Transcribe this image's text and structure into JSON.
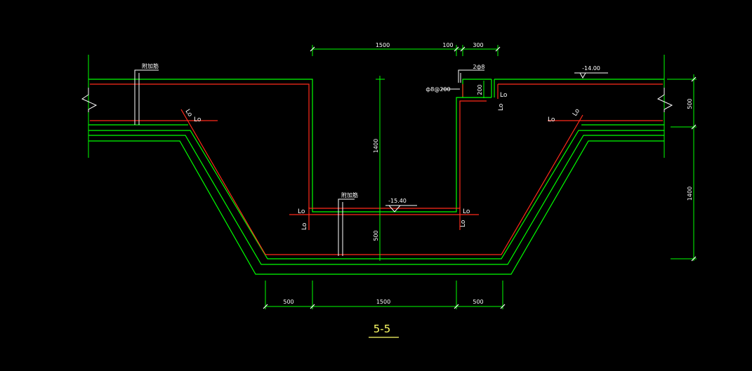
{
  "title": "5-5",
  "colors": {
    "background": "#000000",
    "outline": "#00ff00",
    "rebar": "#ff2a1a",
    "text": "#ffffff",
    "title": "#ffff66"
  },
  "dimensions": {
    "top_1500": "1500",
    "top_100": "100",
    "top_300": "300",
    "pit_depth_1400": "1400",
    "slab_500_lower": "500",
    "bottom_left_500": "500",
    "bottom_1500": "1500",
    "bottom_right_500": "500",
    "right_500": "500",
    "right_1400": "1400",
    "small_200": "200"
  },
  "annotations": {
    "top_elevation": "-14.00",
    "pit_elevation": "-15.40",
    "rebar_spec": "ф8@200",
    "bar_2phi": "2ф8",
    "leader_top_left": "附加筋",
    "leader_bottom": "附加筋"
  },
  "lap_labels": {
    "left_slope": "Lo",
    "left_flat": "Lo",
    "right_slope": "Lo",
    "right_flat": "Lo",
    "right_riser": "Lo",
    "right_riser_v": "Lo",
    "pit_left_h": "Lo",
    "pit_left_v": "Lo",
    "pit_right_h": "Lo",
    "pit_right_v": "Lo"
  }
}
